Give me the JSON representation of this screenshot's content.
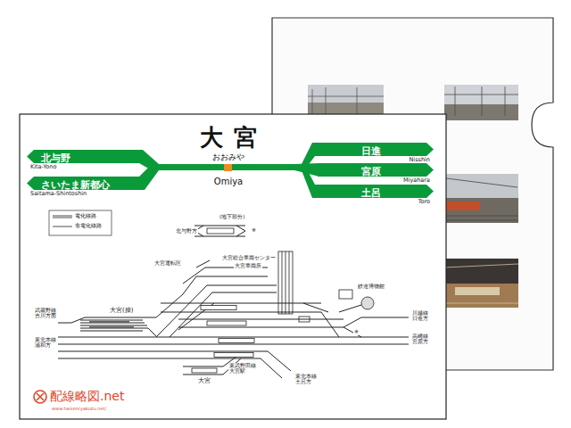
{
  "diagram": {
    "title": "大宮",
    "nodes": [
      {
        "text": [
          "北与野",
          "Kita-Yono"
        ]
      },
      {
        "text": [
          "さいたま新都心",
          "Saitama-Shintoshin"
        ]
      },
      {
        "text": [
          "日進",
          "Nisshin"
        ]
      },
      {
        "text": [
          "宮原",
          "Miyahara"
        ]
      },
      {
        "text": [
          "土呂",
          "Toro"
        ]
      }
    ],
    "labels": [
      "おおみや",
      "Omiya",
      "(地下部分)",
      "北与野方",
      "※",
      "大宮総合車両センター",
      "大宮車両所",
      "大宮運転区",
      "鉄道博物館",
      "川越線 日進方",
      "高崎線 宮原方",
      "※",
      "大宮(操)",
      "武蔵野線 吉川方面",
      "東北本線 浦和方",
      "東武野田線 大宮駅",
      "東北本線 土呂方",
      "大宮",
      "配線略図.net",
      "www.haisenryakuzu.net/"
    ],
    "legend": [
      {
        "text": "電化線路"
      },
      {
        "text": "非電化線路"
      }
    ]
  }
}
